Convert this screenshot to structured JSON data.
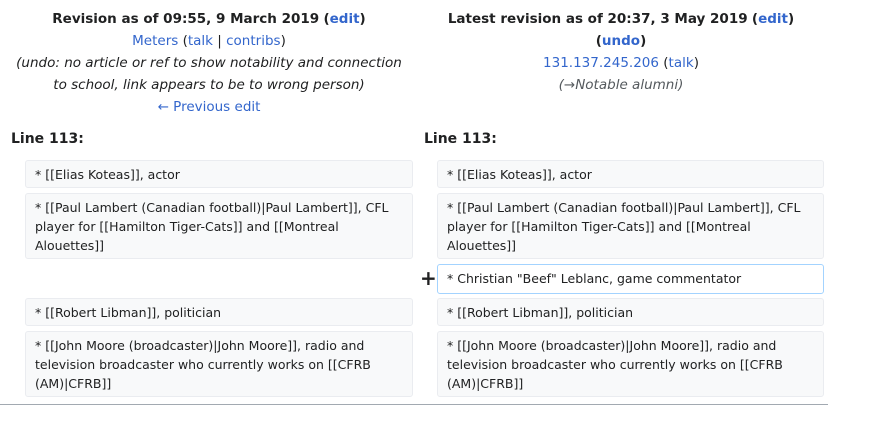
{
  "left": {
    "title_prefix": "Revision as of 09:55, 9 March 2019",
    "edit_label": "edit",
    "user": "Meters",
    "talk_label": "talk",
    "contribs_label": "contribs",
    "summary_line1": "(undo: no article or ref to show notability and connection",
    "summary_line2": "to school, link appears to be to wrong person)",
    "prev_edit_label": "← Previous edit"
  },
  "right": {
    "title_prefix": "Latest revision as of 20:37, 3 May 2019",
    "edit_label": "edit",
    "undo_label": "undo",
    "user_ip": "131.137.245.206",
    "talk_label": "talk",
    "summary_section": "→Notable alumni"
  },
  "line_header": "Line 113:",
  "lines": {
    "l1": "* [[Elias Koteas]], actor",
    "l2": "* [[Paul Lambert (Canadian football)|Paul Lambert]], CFL player for [[Hamilton Tiger-Cats]] and [[Montreal Alouettes]]",
    "added": "* Christian \"Beef\" Leblanc, game commentator",
    "l3": "* [[Robert Libman]], politician",
    "l4": "* [[John Moore (broadcaster)|John Moore]], radio and television broadcaster who currently works on [[CFRB (AM)|CFRB]]"
  },
  "plus_marker": "+",
  "colors": {
    "link": "#3366cc",
    "context_bg": "#f8f9fa",
    "added_border": "#a3d3ff"
  }
}
